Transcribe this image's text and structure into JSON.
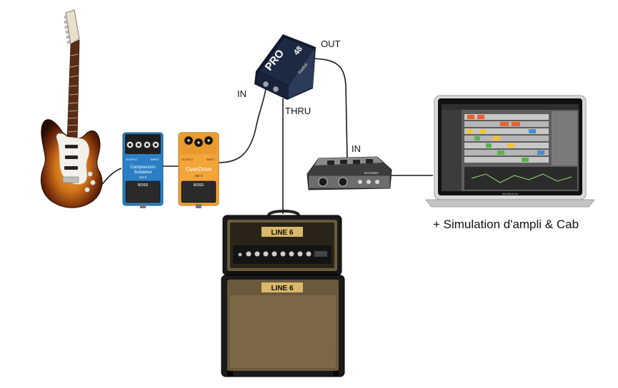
{
  "labels": {
    "di_in": "IN",
    "di_out": "OUT",
    "di_thru": "THRU",
    "interface_in": "IN"
  },
  "caption": "+ Simulation d'ampli & Cab",
  "devices": {
    "pedal_1": {
      "line1": "Compression",
      "line2": "Sustainer",
      "model": "CS-3",
      "brand": "BOSS",
      "output": "OUTPUT",
      "input": "INPUT"
    },
    "pedal_2": {
      "line1": "OverDrive",
      "model": "OD-3",
      "brand": "BOSS",
      "output": "OUTPUT",
      "input": "INPUT"
    },
    "di_box": {
      "badge": "PRO",
      "number": "48",
      "brand": "Radial"
    },
    "amp_head": {
      "brand": "LINE 6"
    },
    "amp_cab": {
      "brand": "LINE 6"
    },
    "audio_interface": {
      "brand": "M-AUDIO"
    },
    "laptop": {
      "name": "MacBook Air"
    }
  },
  "colors": {
    "boss_blue": "#2b7fc4",
    "boss_orange": "#f3a53a",
    "di_navy": "#1d2a44",
    "amp_black": "#1a1a1a",
    "grill_tan": "#7a6846",
    "cable": "#1a1a1a"
  }
}
